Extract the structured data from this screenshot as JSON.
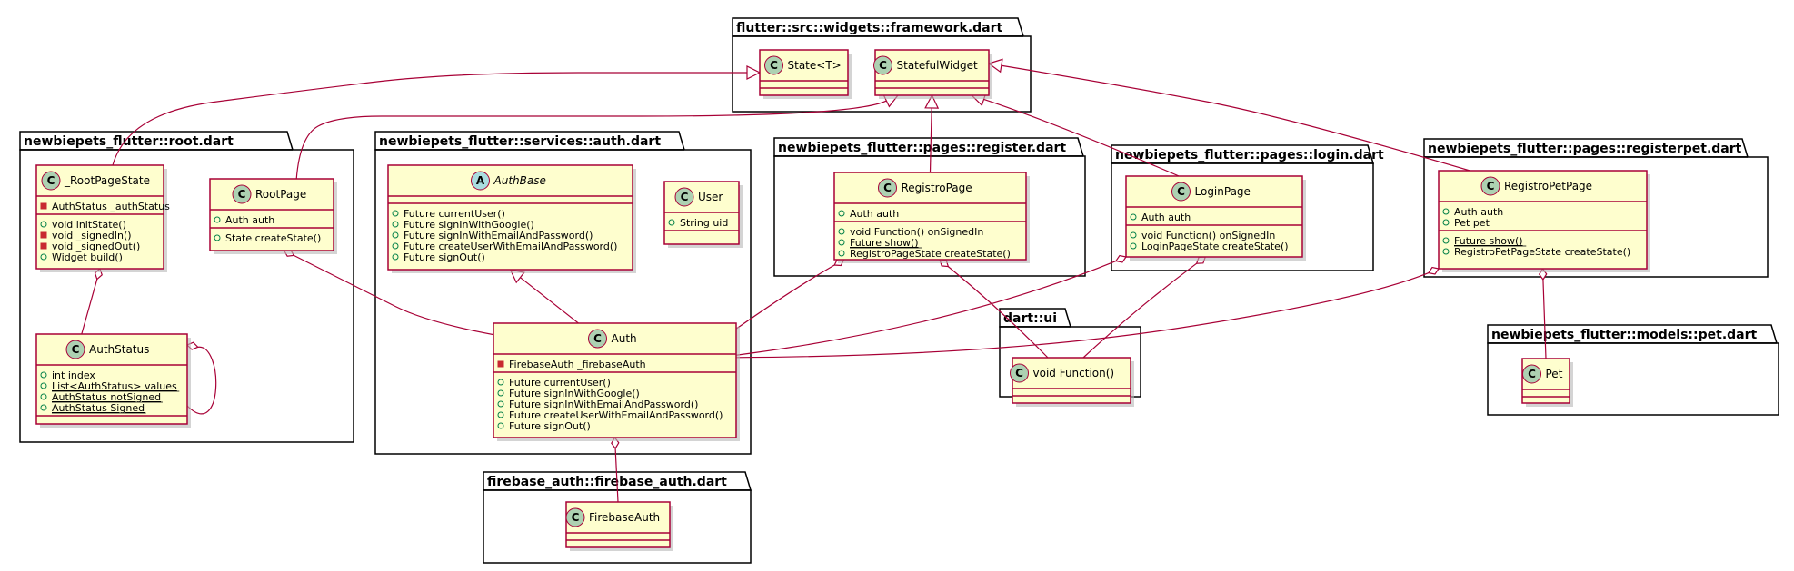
{
  "packages": [
    {
      "id": "framework",
      "name": "flutter::src::widgets::framework.dart"
    },
    {
      "id": "root",
      "name": "newbiepets_flutter::root.dart"
    },
    {
      "id": "auth",
      "name": "newbiepets_flutter::services::auth.dart"
    },
    {
      "id": "register",
      "name": "newbiepets_flutter::pages::register.dart"
    },
    {
      "id": "login",
      "name": "newbiepets_flutter::pages::login.dart"
    },
    {
      "id": "registerpet",
      "name": "newbiepets_flutter::pages::registerpet.dart"
    },
    {
      "id": "dartui",
      "name": "dart::ui"
    },
    {
      "id": "pet",
      "name": "newbiepets_flutter::models::pet.dart"
    },
    {
      "id": "firebase",
      "name": "firebase_auth::firebase_auth.dart"
    }
  ],
  "classes": [
    {
      "id": "State",
      "name": "State<T>",
      "kind": "C",
      "fields": [],
      "methods": []
    },
    {
      "id": "StatefulWidget",
      "name": "StatefulWidget",
      "kind": "C",
      "fields": [],
      "methods": []
    },
    {
      "id": "RootPageState",
      "name": "_RootPageState",
      "kind": "C",
      "fields": [
        {
          "v": "private",
          "t": "AuthStatus _authStatus"
        }
      ],
      "methods": [
        {
          "v": "public",
          "t": "void initState()"
        },
        {
          "v": "private",
          "t": "void _signedIn()"
        },
        {
          "v": "private",
          "t": "void _signedOut()"
        },
        {
          "v": "public",
          "t": "Widget build()"
        }
      ]
    },
    {
      "id": "RootPage",
      "name": "RootPage",
      "kind": "C",
      "fields": [
        {
          "v": "public",
          "t": "Auth auth"
        }
      ],
      "methods": [
        {
          "v": "public",
          "t": "State createState()"
        }
      ]
    },
    {
      "id": "AuthStatus",
      "name": "AuthStatus",
      "kind": "C",
      "fields": [
        {
          "v": "public",
          "t": "int index"
        },
        {
          "v": "public",
          "t": "List<AuthStatus> values",
          "s": true
        },
        {
          "v": "public",
          "t": "AuthStatus notSigned",
          "s": true
        },
        {
          "v": "public",
          "t": "AuthStatus Signed",
          "s": true
        }
      ],
      "methods": []
    },
    {
      "id": "AuthBase",
      "name": "AuthBase",
      "kind": "A",
      "fields": [],
      "methods": [
        {
          "v": "public",
          "t": "Future currentUser()"
        },
        {
          "v": "public",
          "t": "Future signInWithGoogle()"
        },
        {
          "v": "public",
          "t": "Future signInWithEmailAndPassword()"
        },
        {
          "v": "public",
          "t": "Future createUserWithEmailAndPassword()"
        },
        {
          "v": "public",
          "t": "Future signOut()"
        }
      ]
    },
    {
      "id": "User",
      "name": "User",
      "kind": "C",
      "fields": [
        {
          "v": "public",
          "t": "String uid"
        }
      ],
      "methods": []
    },
    {
      "id": "Auth",
      "name": "Auth",
      "kind": "C",
      "fields": [
        {
          "v": "private",
          "t": "FirebaseAuth _firebaseAuth"
        }
      ],
      "methods": [
        {
          "v": "public",
          "t": "Future currentUser()"
        },
        {
          "v": "public",
          "t": "Future signInWithGoogle()"
        },
        {
          "v": "public",
          "t": "Future signInWithEmailAndPassword()"
        },
        {
          "v": "public",
          "t": "Future createUserWithEmailAndPassword()"
        },
        {
          "v": "public",
          "t": "Future signOut()"
        }
      ]
    },
    {
      "id": "RegistroPage",
      "name": "RegistroPage",
      "kind": "C",
      "fields": [
        {
          "v": "public",
          "t": "Auth auth"
        }
      ],
      "methods": [
        {
          "v": "public",
          "t": "void Function() onSignedIn"
        },
        {
          "v": "public",
          "t": "Future show()",
          "s": true
        },
        {
          "v": "public",
          "t": "RegistroPageState createState()"
        }
      ]
    },
    {
      "id": "LoginPage",
      "name": "LoginPage",
      "kind": "C",
      "fields": [
        {
          "v": "public",
          "t": "Auth auth"
        }
      ],
      "methods": [
        {
          "v": "public",
          "t": "void Function() onSignedIn"
        },
        {
          "v": "public",
          "t": "LoginPageState createState()"
        }
      ]
    },
    {
      "id": "RegistroPetPage",
      "name": "RegistroPetPage",
      "kind": "C",
      "fields": [
        {
          "v": "public",
          "t": "Auth auth"
        },
        {
          "v": "public",
          "t": "Pet pet"
        }
      ],
      "methods": [
        {
          "v": "public",
          "t": "Future show()",
          "s": true
        },
        {
          "v": "public",
          "t": "RegistroPetPageState createState()"
        }
      ]
    },
    {
      "id": "VoidFunction",
      "name": "void Function()",
      "kind": "C",
      "fields": [],
      "methods": []
    },
    {
      "id": "Pet",
      "name": "Pet",
      "kind": "C",
      "fields": [],
      "methods": []
    },
    {
      "id": "FirebaseAuth",
      "name": "FirebaseAuth",
      "kind": "C",
      "fields": [],
      "methods": []
    }
  ],
  "relations": [
    {
      "from": "RootPageState",
      "to": "State",
      "type": "extends"
    },
    {
      "from": "RootPage",
      "to": "StatefulWidget",
      "type": "extends"
    },
    {
      "from": "RegistroPage",
      "to": "StatefulWidget",
      "type": "extends"
    },
    {
      "from": "LoginPage",
      "to": "StatefulWidget",
      "type": "extends"
    },
    {
      "from": "RegistroPetPage",
      "to": "StatefulWidget",
      "type": "extends"
    },
    {
      "from": "Auth",
      "to": "AuthBase",
      "type": "extends"
    },
    {
      "from": "RootPageState",
      "to": "AuthStatus",
      "type": "aggregation"
    },
    {
      "from": "AuthStatus",
      "to": "AuthStatus",
      "type": "aggregation"
    },
    {
      "from": "RootPage",
      "to": "Auth",
      "type": "aggregation"
    },
    {
      "from": "RegistroPage",
      "to": "Auth",
      "type": "aggregation"
    },
    {
      "from": "LoginPage",
      "to": "Auth",
      "type": "aggregation"
    },
    {
      "from": "RegistroPetPage",
      "to": "Auth",
      "type": "aggregation"
    },
    {
      "from": "RegistroPage",
      "to": "VoidFunction",
      "type": "aggregation"
    },
    {
      "from": "LoginPage",
      "to": "VoidFunction",
      "type": "aggregation"
    },
    {
      "from": "RegistroPetPage",
      "to": "Pet",
      "type": "aggregation"
    },
    {
      "from": "Auth",
      "to": "FirebaseAuth",
      "type": "aggregation"
    }
  ],
  "colors": {
    "class_fill": "#FEFECE",
    "class_border": "#A80036",
    "badge_class": "#ADD1B2",
    "badge_abstract": "#A9DCDF",
    "public": "#038048",
    "private": "#C82930"
  }
}
